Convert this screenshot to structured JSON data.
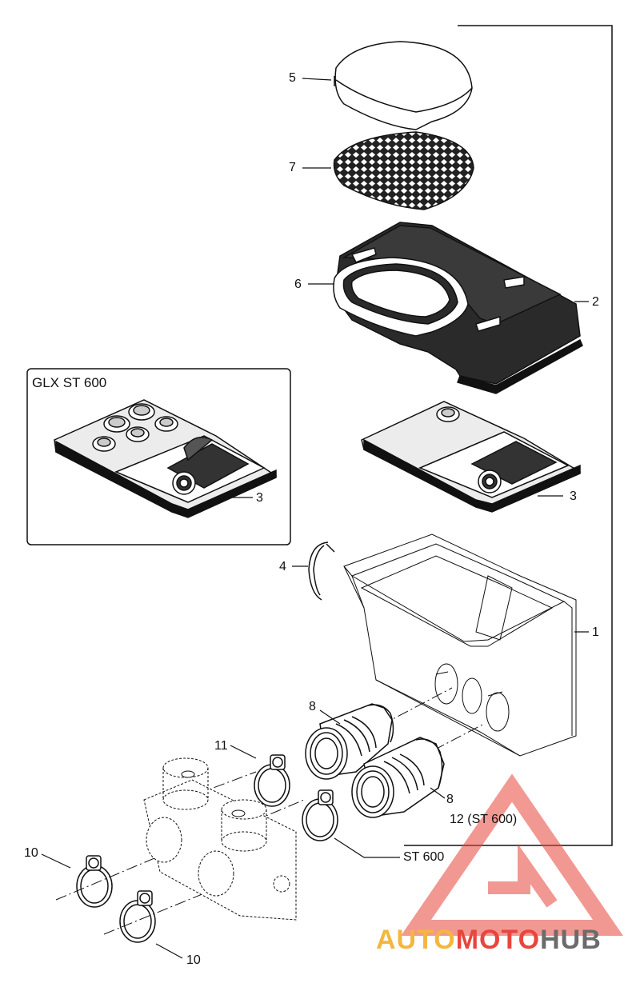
{
  "inset": {
    "title": "GLX ST 600"
  },
  "callouts": {
    "c5": "5",
    "c7": "7",
    "c6": "6",
    "c2": "2",
    "c3_inset": "3",
    "c3_main": "3",
    "c4": "4",
    "c1": "1",
    "c8_top": "8",
    "c8_bottom": "8",
    "c11": "11",
    "c12": "12 (ST 600)",
    "c10_top": "10",
    "c10_bottom": "10",
    "st600": "ST 600"
  },
  "watermark": {
    "part1": "AUTO",
    "part2": "MOTO",
    "part3": "HUB",
    "colors": {
      "orange": "#f4b63f",
      "red": "#e8453c",
      "gray": "#6b6b6b"
    }
  }
}
